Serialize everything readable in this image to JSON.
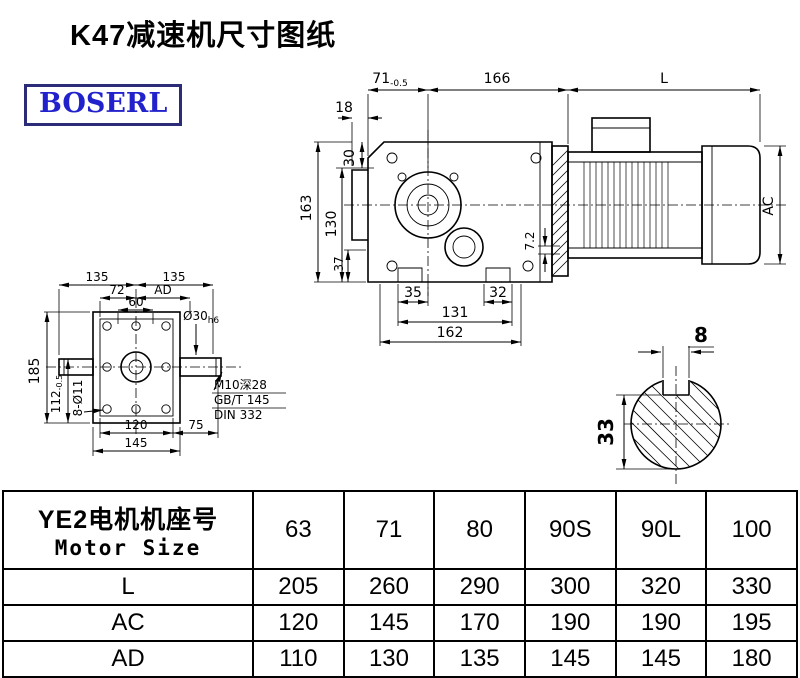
{
  "header": {
    "title": "K47减速机尺寸图纸",
    "brand": "BOSERL"
  },
  "side_view": {
    "dim_18": "18",
    "dim_71_main": "71",
    "dim_71_tol": "-0.5",
    "dim_166": "166",
    "dim_L": "L",
    "dim_30": "30",
    "dim_163": "163",
    "dim_130": "130",
    "dim_37": "37",
    "dim_7_2": "7.2",
    "dim_35": "35",
    "dim_32": "32",
    "dim_131": "131",
    "dim_162": "162",
    "dim_AC": "AC"
  },
  "front_view": {
    "dim_135_left": "135",
    "dim_135_right": "135",
    "dim_72": "72",
    "dim_AD": "AD",
    "dim_60": "60",
    "dim_shaft_main": "Ø30",
    "dim_shaft_fit": "h6",
    "dim_185": "185",
    "dim_112_main": "112",
    "dim_112_tol": "-0.5",
    "dim_holes": "8-Ø11",
    "dim_120": "120",
    "dim_75": "75",
    "dim_145": "145",
    "note_thread": "M10深28",
    "note_std1": "GB/T 145",
    "note_std2": "DIN 332"
  },
  "shaft_section": {
    "dim_key_width": "8",
    "dim_key_height": "33"
  },
  "table": {
    "header_cn": "YE2电机机座号",
    "header_en": "Motor Size",
    "sizes": [
      "63",
      "71",
      "80",
      "90S",
      "90L",
      "100"
    ],
    "rows": [
      {
        "label": "L",
        "values": [
          "205",
          "260",
          "290",
          "300",
          "320",
          "330"
        ]
      },
      {
        "label": "AC",
        "values": [
          "120",
          "145",
          "170",
          "190",
          "190",
          "195"
        ]
      },
      {
        "label": "AD",
        "values": [
          "110",
          "130",
          "135",
          "145",
          "145",
          "180"
        ]
      }
    ]
  }
}
